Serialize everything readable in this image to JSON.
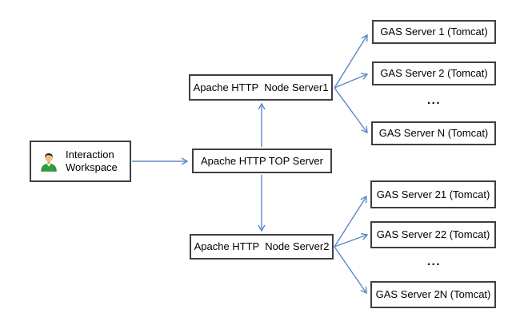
{
  "colors": {
    "background": "#ffffff",
    "box_fill": "#ffffff",
    "box_border": "#3f3f3f",
    "text": "#000000",
    "arrow": "#5b87c8"
  },
  "icons": {
    "workspace": "user-icon"
  },
  "nodes": {
    "workspace": {
      "line1": "Interaction",
      "line2": "Workspace"
    },
    "top_server": {
      "label": "Apache HTTP TOP Server"
    },
    "node_server1": {
      "label": "Apache HTTP  Node Server1"
    },
    "node_server2": {
      "label": "Apache HTTP  Node Server2"
    },
    "gas_top": {
      "items": [
        "GAS Server 1 (Tomcat)",
        "GAS Server 2 (Tomcat)",
        "GAS Server N (Tomcat)"
      ],
      "ellipsis": "..."
    },
    "gas_bottom": {
      "items": [
        "GAS Server 21 (Tomcat)",
        "GAS Server 22 (Tomcat)",
        "GAS Server 2N (Tomcat)"
      ],
      "ellipsis": "..."
    }
  }
}
